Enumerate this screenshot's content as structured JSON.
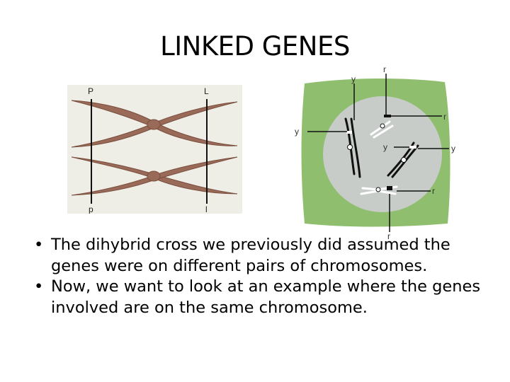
{
  "slide": {
    "title": "LINKED GENES"
  },
  "figure_left": {
    "label_top_left": "P",
    "label_top_right": "L",
    "label_bottom_left": "p",
    "label_bottom_right": "l",
    "chromosome_color": "#9a6a58",
    "background_color": "#efeee6"
  },
  "figure_right": {
    "label_y_top": "y",
    "label_r_top": "r",
    "label_r_right_upper": "r",
    "label_y_left": "y",
    "label_y_center": "y",
    "label_y_right": "y",
    "label_r_right_lower": "r",
    "label_r_bottom": "r",
    "cell_color": "#8fbf6e",
    "nucleus_color": "#c7ccc9"
  },
  "bullets": [
    "The dihybrid cross we previously did assumed the genes were on different pairs of chromosomes.",
    "Now, we want to look at an example where the genes involved are on the same chromosome."
  ],
  "bullet_symbol": "•"
}
